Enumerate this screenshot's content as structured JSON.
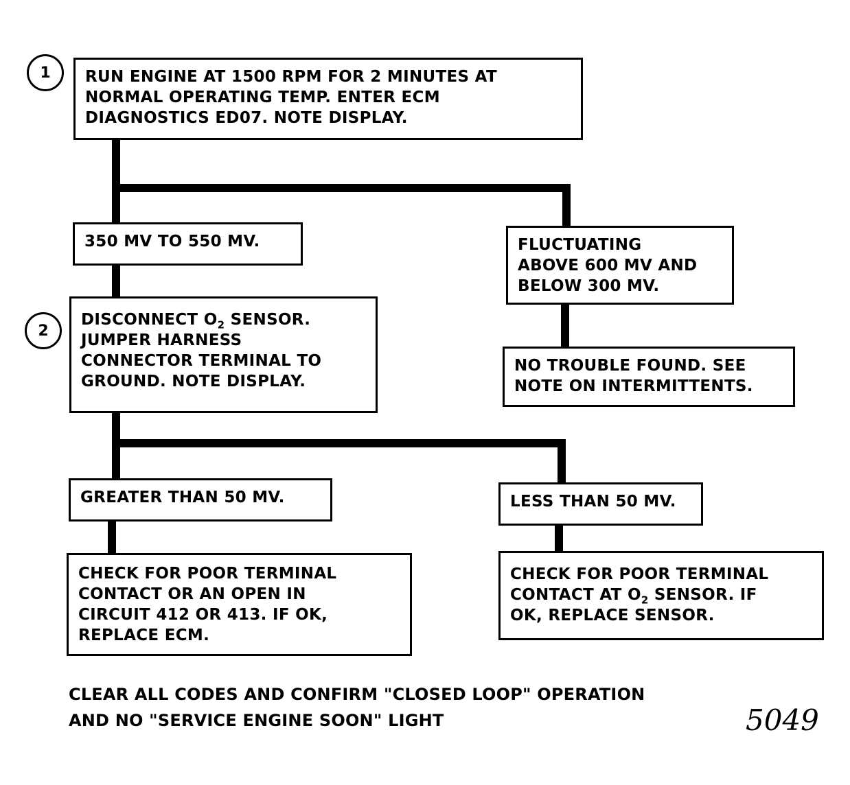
{
  "steps": [
    {
      "number": "1"
    },
    {
      "number": "2"
    }
  ],
  "box_run_engine": {
    "lines": [
      "RUN ENGINE AT 1500 RPM FOR 2 MINUTES AT",
      "NORMAL OPERATING TEMP.  ENTER ECM",
      "DIAGNOSTICS ED07.  NOTE DISPLAY."
    ]
  },
  "box_350_550": {
    "text": "350 MV TO 550 MV."
  },
  "box_fluctuating": {
    "lines": [
      "FLUCTUATING",
      "ABOVE 600 MV AND",
      "BELOW 300 MV."
    ]
  },
  "box_disconnect": {
    "line1_pre": "DISCONNECT O",
    "line1_sub": "2",
    "line1_post": " SENSOR.",
    "lines": [
      "JUMPER HARNESS",
      "CONNECTOR TERMINAL TO",
      "GROUND.  NOTE DISPLAY."
    ]
  },
  "box_no_trouble": {
    "lines": [
      "NO TROUBLE FOUND.  SEE",
      "NOTE ON INTERMITTENTS."
    ]
  },
  "box_greater": {
    "text": "GREATER THAN 50 MV."
  },
  "box_less": {
    "text": "LESS THAN 50 MV."
  },
  "box_check_ecm": {
    "lines": [
      "CHECK FOR POOR TERMINAL",
      "CONTACT OR AN OPEN IN",
      "CIRCUIT 412 OR 413.  IF OK,",
      "REPLACE ECM."
    ]
  },
  "box_check_sensor": {
    "line1": "CHECK FOR POOR TERMINAL",
    "line2_pre": "CONTACT AT O",
    "line2_sub": "2",
    "line2_post": " SENSOR.  IF",
    "line3": "OK, REPLACE SENSOR."
  },
  "footer": {
    "line1": "CLEAR  ALL CODES AND CONFIRM \"CLOSED LOOP\" OPERATION",
    "line2": "AND NO \"SERVICE ENGINE SOON\" LIGHT"
  },
  "figure_number": "5049"
}
